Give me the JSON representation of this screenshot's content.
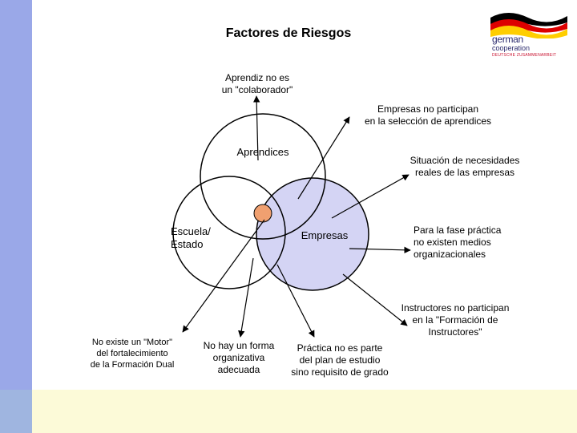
{
  "title": "Factores de Riesgos",
  "logo": {
    "line1": "german",
    "line2": "cooperation",
    "line3": "DEUTSCHE ZUSAMMENARBEIT"
  },
  "circles": {
    "aprendices": "Aprendices",
    "escuela": "Escuela/\nEstado",
    "empresas": "Empresas"
  },
  "factors": {
    "aprendiz": "Aprendiz no es\nun \"colaborador\"",
    "empresas_seleccion": "Empresas no participan\nen la selección de aprendices",
    "necesidades": "Situación de necesidades\nreales de las empresas",
    "fase_practica": "Para la fase práctica\nno existen medios\norganizacionales",
    "instructores": "Instructores no participan\nen la \"Formación de\nInstructores\"",
    "motor": "No existe un \"Motor\"\ndel fortalecimiento\nde la Formación Dual",
    "forma_org": "No hay un forma\norganizativa\nadecuada",
    "practica": "Práctica no es parte\ndel plan de estudio\nsino requisito de grado"
  },
  "colors": {
    "accent_bar": "#9aa8e8",
    "empresas_fill": "#d4d4f4",
    "center_dot": "#f0a070",
    "bottom_band": "#fcfad8"
  }
}
